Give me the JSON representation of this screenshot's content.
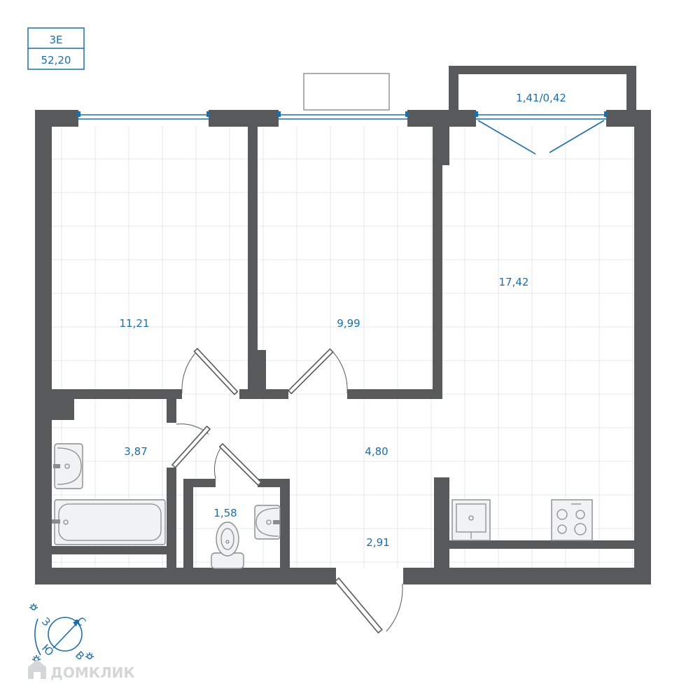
{
  "header": {
    "unit_label": "3Е",
    "total_area": "52,20"
  },
  "rooms": [
    {
      "name": "room-bedroom-left-area",
      "area": "11,21"
    },
    {
      "name": "room-bedroom-middle-area",
      "area": "9,99"
    },
    {
      "name": "room-kitchen-living-area",
      "area": "17,42"
    },
    {
      "name": "room-balcony-area",
      "area": "1,41/0,42"
    },
    {
      "name": "room-bathroom-area",
      "area": "3,87"
    },
    {
      "name": "room-toilet-area",
      "area": "1,58"
    },
    {
      "name": "room-corridor-area",
      "area": "4,80"
    },
    {
      "name": "room-hallway-area",
      "area": "2,91"
    }
  ],
  "compass": {
    "north": "С",
    "south": "Ю",
    "west": "З",
    "east": "В"
  },
  "watermark": "ДОМКЛИК",
  "colors": {
    "wall": "#58595b",
    "accent": "#1b6fa8",
    "grid": "#e3e7ec"
  }
}
